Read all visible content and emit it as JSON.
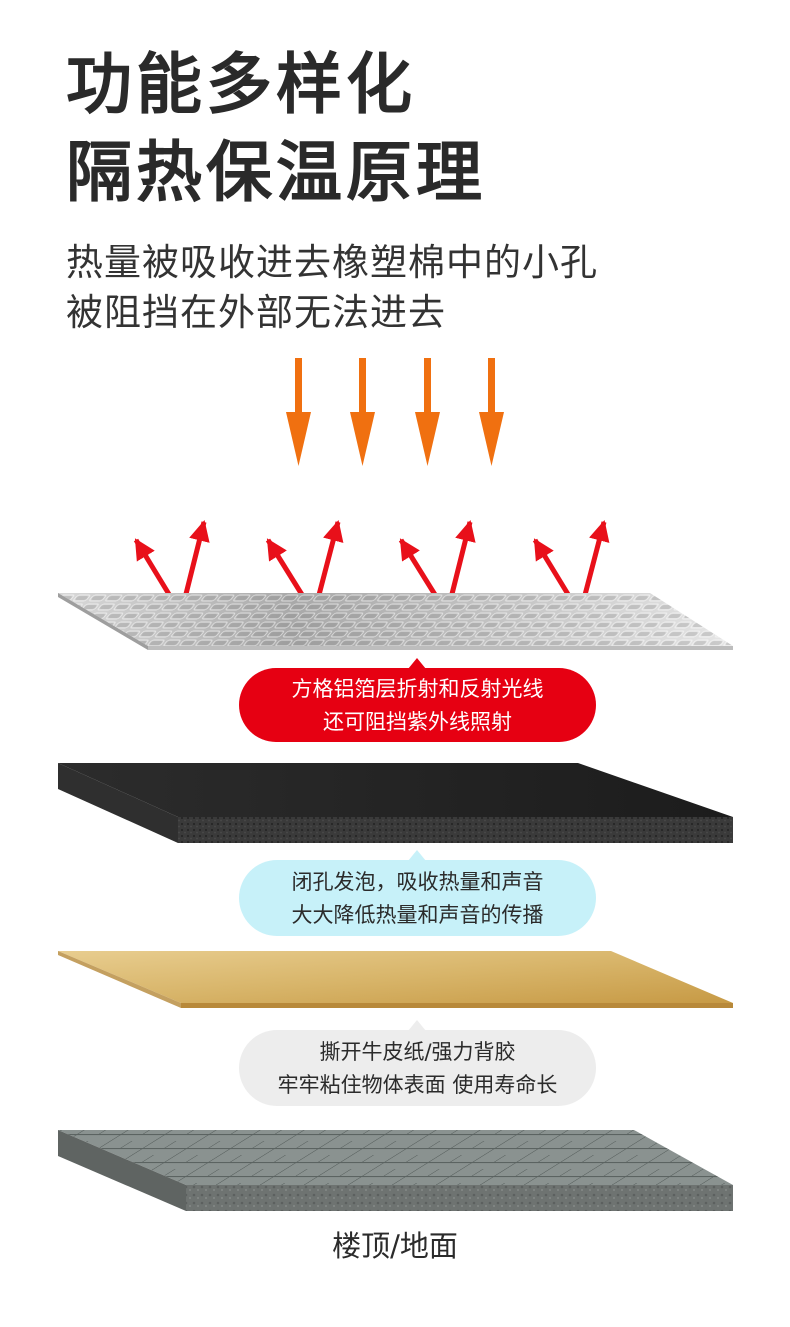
{
  "heading": {
    "line1": "功能多样化",
    "line2": "隔热保温原理"
  },
  "subheading": {
    "line1": "热量被吸收进去橡塑棉中的小孔",
    "line2": "被阻挡在外部无法进去"
  },
  "layers": [
    {
      "name": "aluminum-foil",
      "caption_line1": "方格铝箔层折射和反射光线",
      "caption_line2": "还可阻挡紫外线照射"
    },
    {
      "name": "rubber-foam",
      "caption_line1": "闭孔发泡，吸收热量和声音",
      "caption_line2": "大大降低热量和声音的传播"
    },
    {
      "name": "kraft-backing",
      "caption_line1": "撕开牛皮纸/强力背胶",
      "caption_line2": "牢牢粘住物体表面 使用寿命长"
    }
  ],
  "floor_label": "楼顶/地面",
  "icons": {
    "incoming": "heat-arrow-down-icon",
    "reflected": "reflect-arrow-up-icon"
  },
  "colors": {
    "heat_arrow": "#f07010",
    "reflect_arrow": "#e8101a",
    "foil_caption_bg": "#e60012",
    "foam_caption_bg": "#c7f1f9",
    "kraft_caption_bg": "#ededed"
  }
}
